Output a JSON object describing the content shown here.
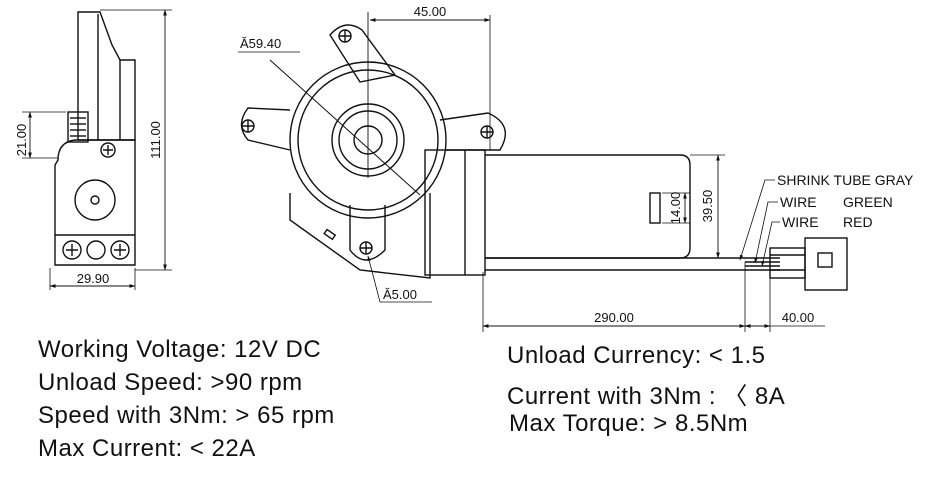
{
  "drawing": {
    "side_view": {
      "dim_height_total": "111.00",
      "dim_height_gear": "21.00",
      "dim_width": "29.90"
    },
    "front_view": {
      "dim_housing_diameter": "Ă59.40",
      "dim_hole_diameter": "Ă5.00",
      "dim_mount_offset": "45.00",
      "dim_motor_height": "39.50",
      "dim_shaft": "14.00",
      "dim_wire_length": "290.00",
      "dim_connector": "40.00"
    },
    "callouts": {
      "shrink_tube": "SHRINK TUBE GRAY",
      "wire_1": "WIRE",
      "wire_1_color": "GREEN",
      "wire_2": "WIRE",
      "wire_2_color": "RED"
    }
  },
  "specs_left": [
    "Working Voltage: 12V DC",
    "Unload Speed: >90 rpm",
    "Speed with 3Nm: > 65 rpm",
    "Max Current: < 22A"
  ],
  "specs_right": [
    "Unload Currency: < 1.5",
    "Current with 3Nm : 〈 8A",
    "Max Torque: > 8.5Nm"
  ]
}
